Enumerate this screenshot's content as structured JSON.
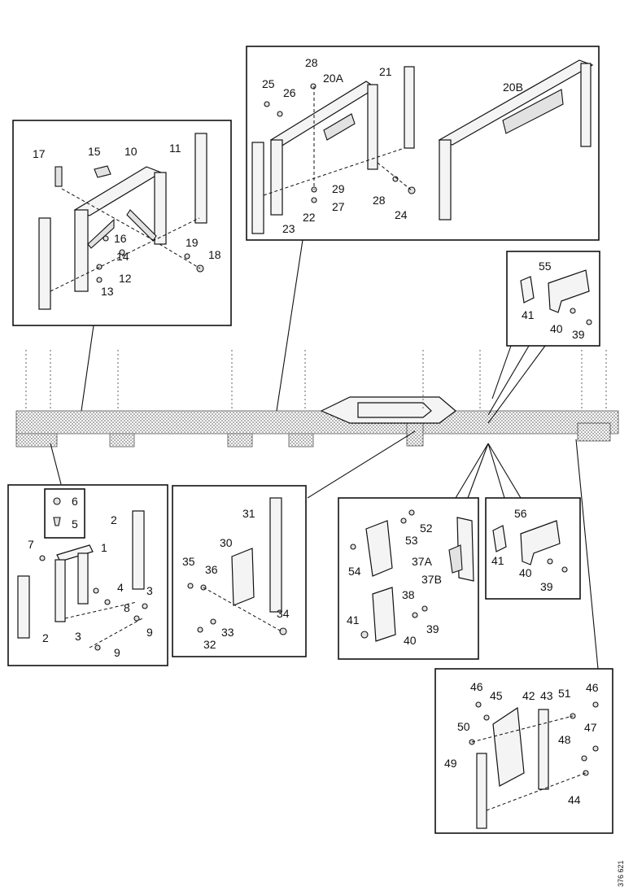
{
  "figure_ref": "376 621",
  "callouts": {
    "c1": "1",
    "c2": "2",
    "c3": "3",
    "c4": "4",
    "c5": "5",
    "c6": "6",
    "c7": "7",
    "c8": "8",
    "c9": "9",
    "c10": "10",
    "c11": "11",
    "c12": "12",
    "c13": "13",
    "c14": "14",
    "c15": "15",
    "c16": "16",
    "c17": "17",
    "c18": "18",
    "c19": "19",
    "c20A": "20A",
    "c20B": "20B",
    "c21": "21",
    "c22": "22",
    "c23": "23",
    "c24": "24",
    "c25": "25",
    "c26": "26",
    "c27": "27",
    "c28": "28",
    "c29": "29",
    "c30": "30",
    "c31": "31",
    "c32": "32",
    "c33": "33",
    "c34": "34",
    "c35": "35",
    "c36": "36",
    "c37A": "37A",
    "c37B": "37B",
    "c38": "38",
    "c39": "39",
    "c40": "40",
    "c41": "41",
    "c42": "42",
    "c43": "43",
    "c44": "44",
    "c45": "45",
    "c46": "46",
    "c47": "47",
    "c48": "48",
    "c49": "49",
    "c50": "50",
    "c51": "51",
    "c52": "52",
    "c53": "53",
    "c54": "54",
    "c55": "55",
    "c56": "56"
  }
}
